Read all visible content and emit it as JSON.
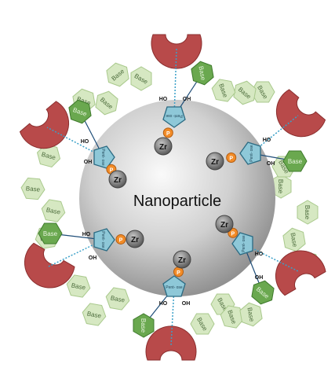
{
  "diagram": {
    "core_label": "Nanoparticle",
    "metal_label": "Zr",
    "phosphate_label": "P",
    "sugar_label": "Pent-\nose",
    "hydroxyl_label": "HO",
    "hydroxyl_label_alt": "OH",
    "base_label": "Base",
    "colors": {
      "core_light": "#f4f4f4",
      "core_dark": "#8e8e8e",
      "receptor": "#b84a4a",
      "base_light": "#d6e8c2",
      "base_dark": "#6aa84f",
      "sugar": "#8ec8d8",
      "phosphate": "#f28c28",
      "zr": "#7a7a7a",
      "link": "#1f4e79",
      "dotted": "#3aa0c8"
    }
  }
}
